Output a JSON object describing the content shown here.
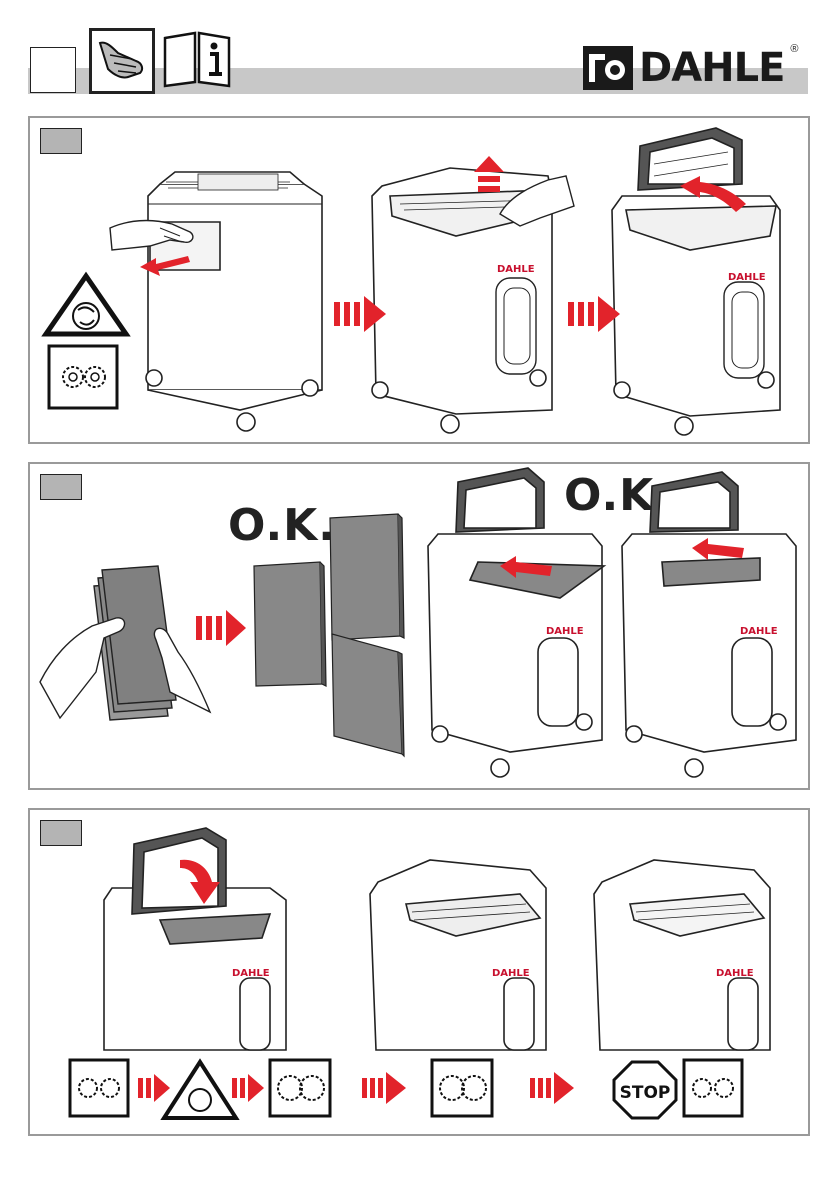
{
  "header": {
    "brand": "DAHLE",
    "registered_mark": "®",
    "icons": [
      "blank-box",
      "hand-icon",
      "manual-info-icon"
    ]
  },
  "section2": {
    "ok_label_1": "O.K.",
    "ok_label_2": "O.K."
  },
  "section3": {
    "stop_label": "STOP"
  },
  "machine_brand": "DAHLE",
  "colors": {
    "arrow": "#e2232b",
    "panel_border": "#9a9a9a",
    "bar": "#c8c8c8"
  }
}
